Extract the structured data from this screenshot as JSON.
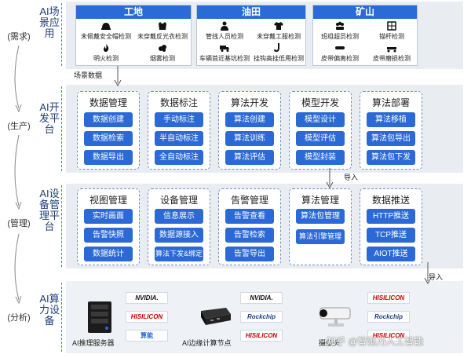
{
  "stages": {
    "demand": "(需求)",
    "production": "(生产)",
    "management": "(管理)",
    "analysis": "(分析)"
  },
  "layers": {
    "scene": "AI场景应用",
    "dev": "AI开发平台",
    "device": "AI设备管理平台",
    "compute": "AI算力设备"
  },
  "scenes": [
    {
      "title": "工地",
      "items": [
        "未佩戴安全帽检测",
        "未穿戴反光衣检测",
        "明火检测",
        "烟雾检测"
      ]
    },
    {
      "title": "油田",
      "items": [
        "管线人员检测",
        "未穿戴工服检测",
        "车辆首近基坑检测",
        "挂钩高挂低用检测"
      ]
    },
    {
      "title": "矿山",
      "items": [
        "班组超员检测",
        "锚杆检测",
        "皮带偏离检测",
        "皮带磨损检测"
      ]
    }
  ],
  "scene_data_label": "场景数据",
  "import_label": "导入",
  "dev_modules": [
    {
      "title": "数据管理",
      "items": [
        "数据创建",
        "数据检索",
        "数据导出"
      ]
    },
    {
      "title": "数据标注",
      "items": [
        "手动标注",
        "半自动标注",
        "全自动标注"
      ]
    },
    {
      "title": "算法开发",
      "items": [
        "算法创建",
        "算法训练",
        "算法评估"
      ]
    },
    {
      "title": "模型开发",
      "items": [
        "模型设计",
        "模型评估",
        "模型封装"
      ]
    },
    {
      "title": "算法部署",
      "items": [
        "算法移植",
        "算法包导出",
        "算法包下发"
      ]
    }
  ],
  "mgmt_modules": [
    {
      "title": "视图管理",
      "items": [
        "实时画面",
        "告警快照",
        "数据统计"
      ]
    },
    {
      "title": "设备管理",
      "items": [
        "信息展示",
        "数据源接入",
        "算法下发&绑定"
      ]
    },
    {
      "title": "告警管理",
      "items": [
        "告警查看",
        "告警检索",
        "告警导出"
      ]
    },
    {
      "title": "算法管理",
      "items": [
        "算法包管理",
        "算法引擎管理"
      ]
    },
    {
      "title": "数据推送",
      "items": [
        "HTTP推送",
        "TCP推送",
        "AIOT推送"
      ]
    }
  ],
  "devices": [
    {
      "label": "AI推理服务器",
      "logos": [
        "NVIDIA.",
        "HISILICON",
        "算能"
      ]
    },
    {
      "label": "AI边缘计算节点",
      "logos": [
        "NVIDIA.",
        "Rockchip",
        "HISILICON"
      ]
    },
    {
      "label": "摄像头",
      "logos": [
        "HISILICON",
        "Rockchip",
        "HISILICON"
      ]
    }
  ],
  "watermark": "知乎 @智驱力人工智能",
  "colors": {
    "accent": "#2b69d6",
    "band": "#e9edf2",
    "title": "#1f3f7a"
  }
}
